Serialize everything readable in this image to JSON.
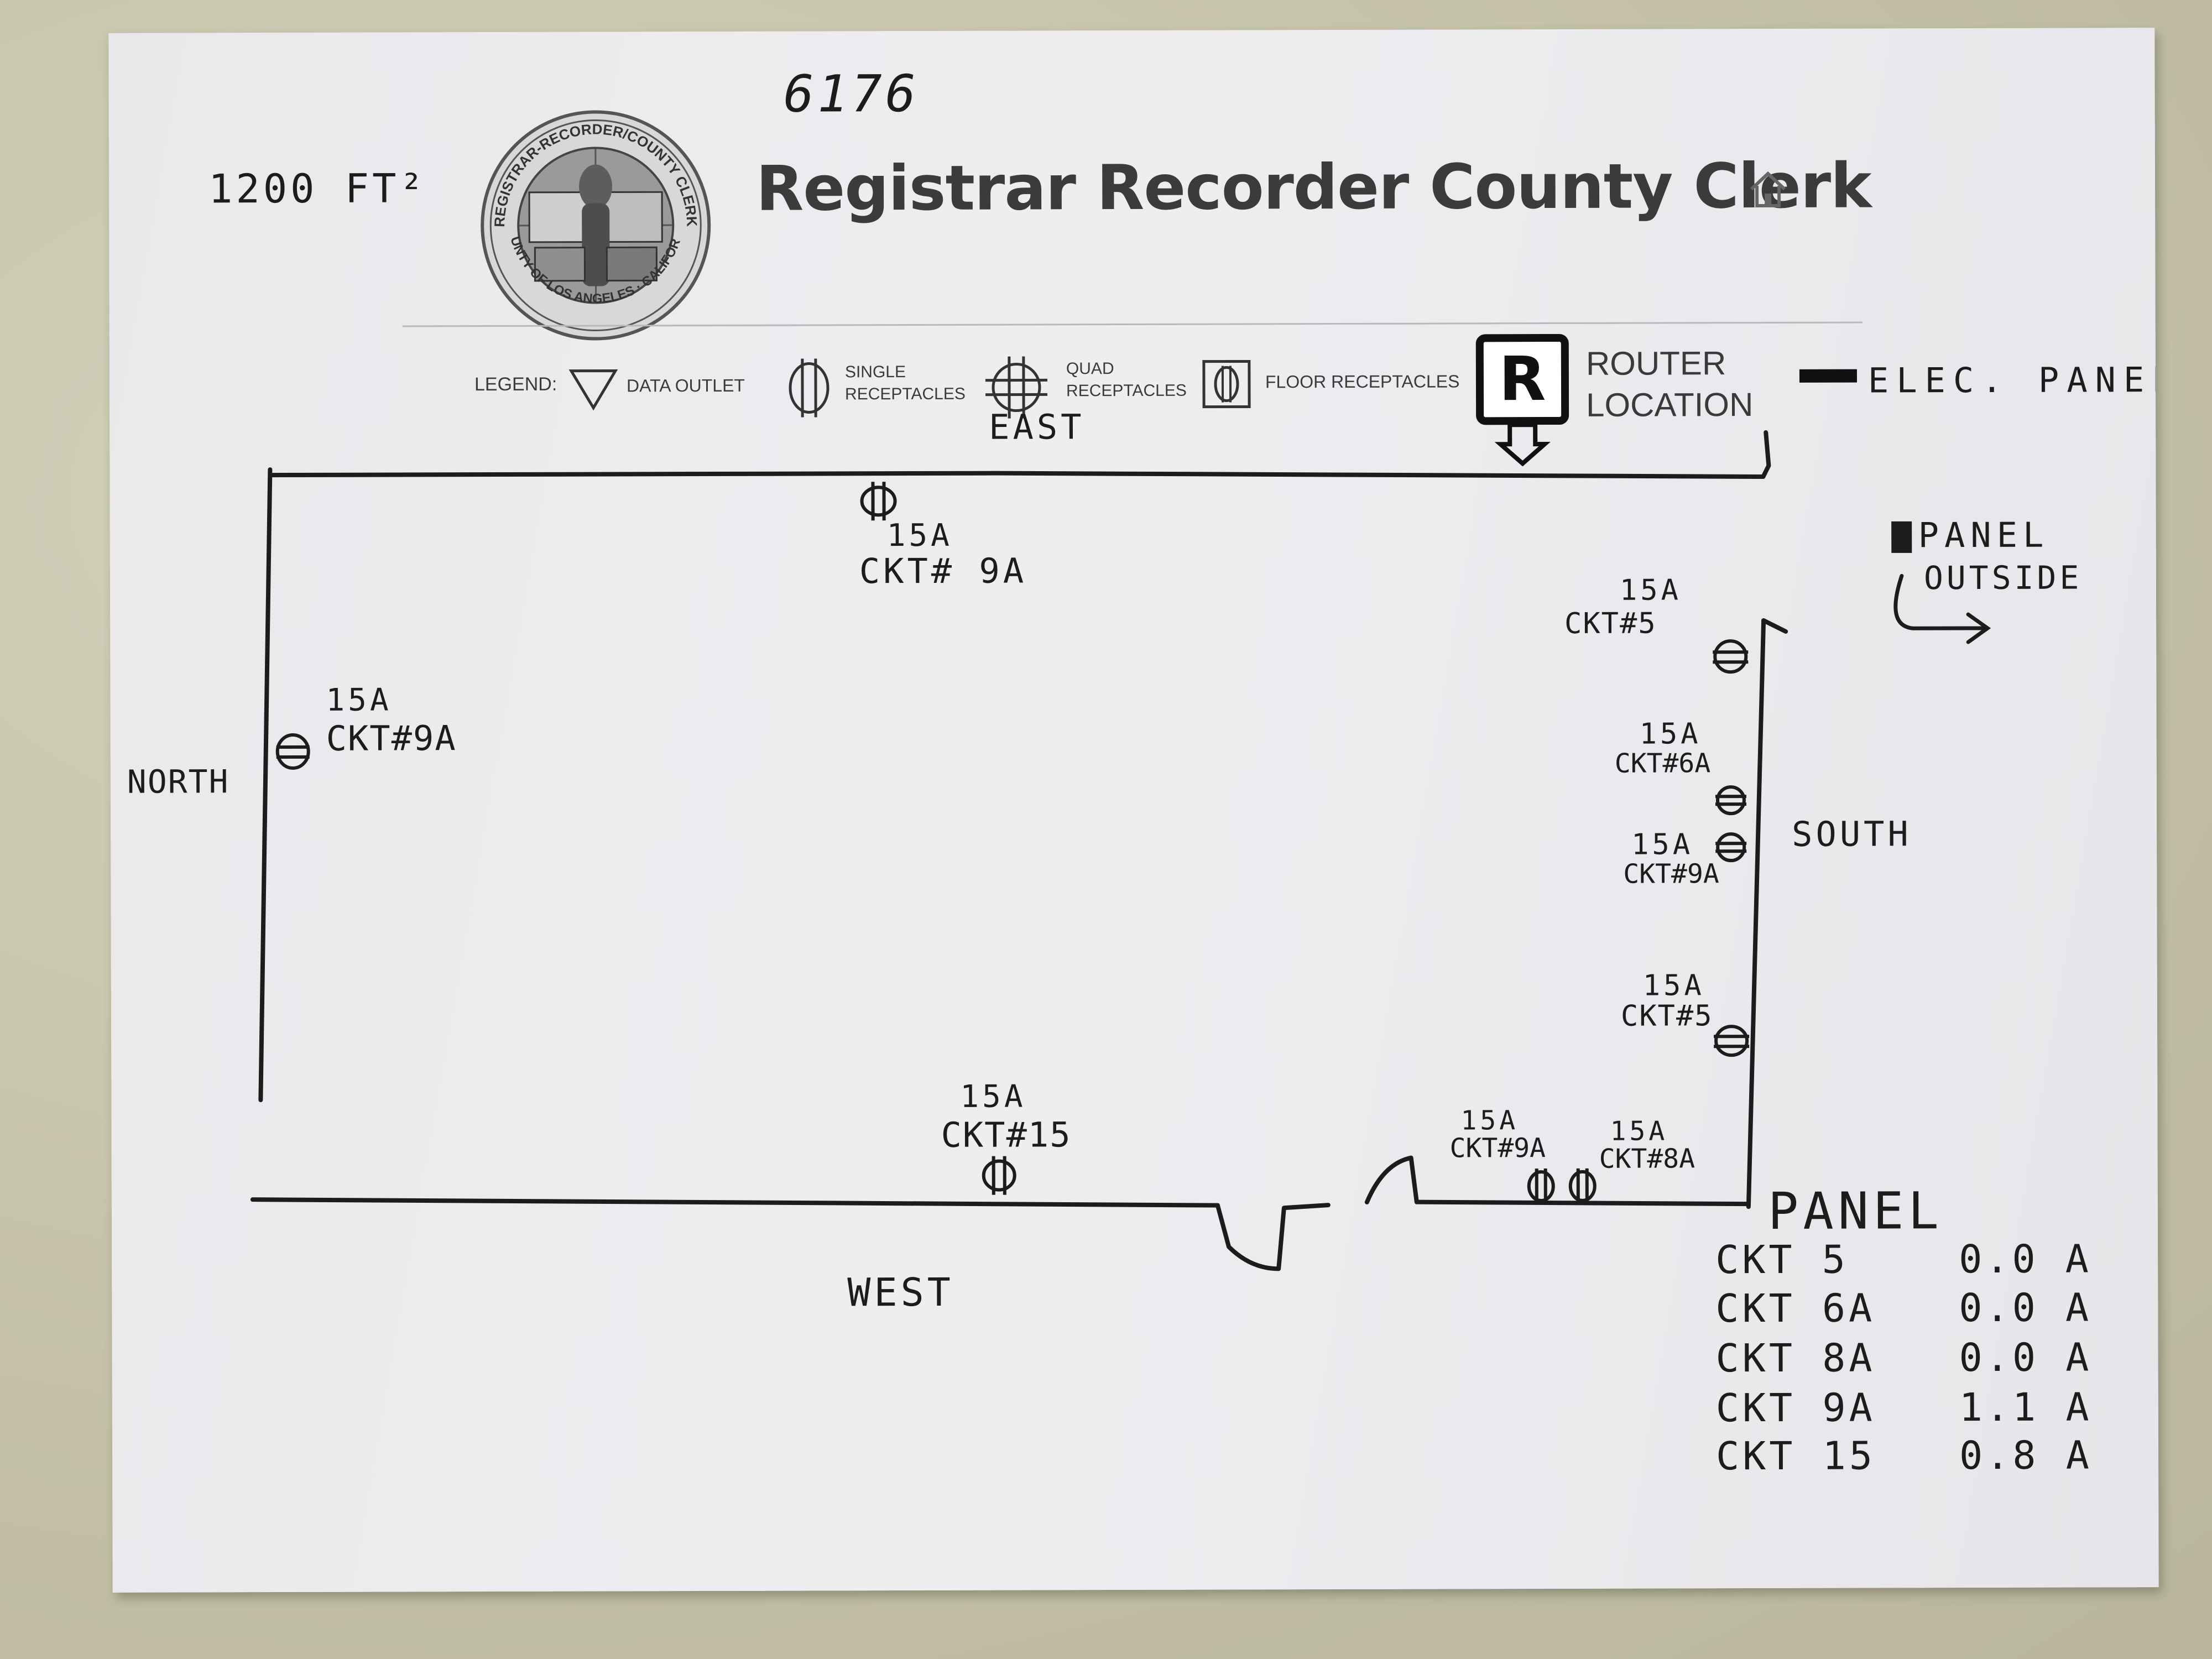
{
  "header": {
    "title": "Registrar Recorder County Clerk",
    "seal_text_top": "REGISTRAR-RECORDER/COUNTY CLERK",
    "seal_text_bottom": "COUNTY OF LOS ANGELES · CALIFORNIA",
    "home_icon": "home-icon"
  },
  "handwritten": {
    "area": "1200 FT²",
    "site_number": "6176"
  },
  "legend": {
    "label": "LEGEND:",
    "data_outlet": "DATA OUTLET",
    "single_line1": "SINGLE",
    "single_line2": "RECEPTACLES",
    "quad_line1": "QUAD",
    "quad_line2": "RECEPTACLES",
    "floor": "FLOOR RECEPTACLES",
    "router_line1": "ROUTER",
    "router_line2": "LOCATION",
    "router_symbol": "R",
    "elec_panel": "ELEC. PANEL"
  },
  "walls": {
    "east": "EAST",
    "north": "NORTH",
    "south": "SOUTH",
    "west": "WEST"
  },
  "outlets": {
    "east_top": {
      "amps": "15A",
      "circuit": "CKT# 9A"
    },
    "north": {
      "amps": "15A",
      "circuit": "CKT#9A"
    },
    "south_1": {
      "amps": "15A",
      "circuit": "CKT#5"
    },
    "south_2": {
      "amps": "15A",
      "circuit": "CKT#6A"
    },
    "south_3": {
      "amps": "15A",
      "circuit": "CKT#9A"
    },
    "south_4": {
      "amps": "15A",
      "circuit": "CKT#5"
    },
    "west_1": {
      "amps": "15A",
      "circuit": "CKT#15"
    },
    "west_2": {
      "amps": "15A",
      "circuit": "CKT#9A"
    },
    "west_3": {
      "amps": "15A",
      "circuit": "CKT#8A"
    }
  },
  "panel_outside": {
    "line1": "PANEL",
    "line2": "OUTSIDE"
  },
  "panel_readings": {
    "title": "PANEL",
    "rows": [
      {
        "circuit": "CKT 5",
        "reading": "0.0 A"
      },
      {
        "circuit": "CKT 6A",
        "reading": "0.0 A"
      },
      {
        "circuit": "CKT 8A",
        "reading": "0.0 A"
      },
      {
        "circuit": "CKT 9A",
        "reading": "1.1 A"
      },
      {
        "circuit": "CKT 15",
        "reading": "0.8 A"
      }
    ]
  },
  "colors": {
    "ink": "#1c1c1c",
    "print": "#3b3b3b",
    "paper": "#ececef",
    "surface": "#c9c6ae"
  }
}
